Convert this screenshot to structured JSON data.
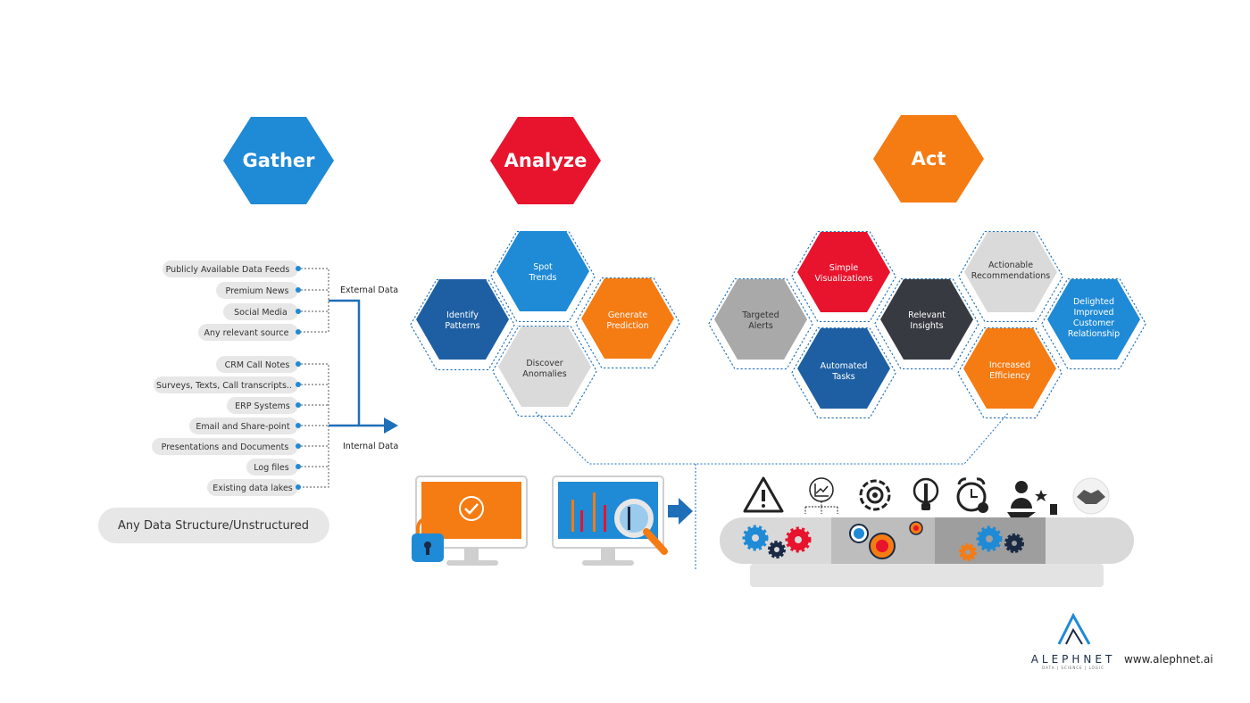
{
  "phases": {
    "gather": {
      "label": "Gather",
      "color": "#1f8ad6"
    },
    "analyze": {
      "label": "Analyze",
      "color": "#e8132c"
    },
    "act": {
      "label": "Act",
      "color": "#f57b13"
    }
  },
  "gather": {
    "external_label": "External Data",
    "internal_label": "Internal Data",
    "external_sources": [
      "Publicly Available Data Feeds",
      "Premium News",
      "Social Media",
      "Any relevant source"
    ],
    "internal_sources": [
      "CRM Call Notes",
      "Surveys, Texts, Call transcripts..",
      "ERP Systems",
      "Email and Share-point",
      "Presentations and Documents",
      "Log files",
      "Existing data lakes"
    ],
    "structure_label": "Any Data Structure/Unstructured"
  },
  "analyze": {
    "spot_trends": [
      "Spot",
      "Trends"
    ],
    "identify_patterns": [
      "Identify",
      "Patterns"
    ],
    "generate_prediction": [
      "Generate",
      "Prediction"
    ],
    "discover_anomalies": [
      "Discover",
      "Anomalies"
    ]
  },
  "act": {
    "targeted_alerts": [
      "Targeted",
      "Alerts"
    ],
    "simple_visualizations": [
      "Simple",
      "Visualizations"
    ],
    "relevant_insights": [
      "Relevant",
      "Insights"
    ],
    "actionable_recommendations": [
      "Actionable",
      "Recommendations"
    ],
    "automated_tasks": [
      "Automated",
      "Tasks"
    ],
    "increased_efficiency": [
      "Increased",
      "Efficiency"
    ],
    "delighted_customer": [
      "Delighted",
      "Improved",
      "Customer",
      "Relationship"
    ]
  },
  "colors": {
    "blue": "#1f8ad6",
    "dark_blue": "#1e5fa3",
    "red": "#e8132c",
    "orange": "#f57b13",
    "grey": "#a9a9a9",
    "light_grey": "#dadada",
    "charcoal": "#373a40"
  },
  "brand": {
    "name": "ALEPHNET",
    "tagline": "DATA | SCIENCE | LOGIC",
    "url": "www.alephnet.ai"
  }
}
